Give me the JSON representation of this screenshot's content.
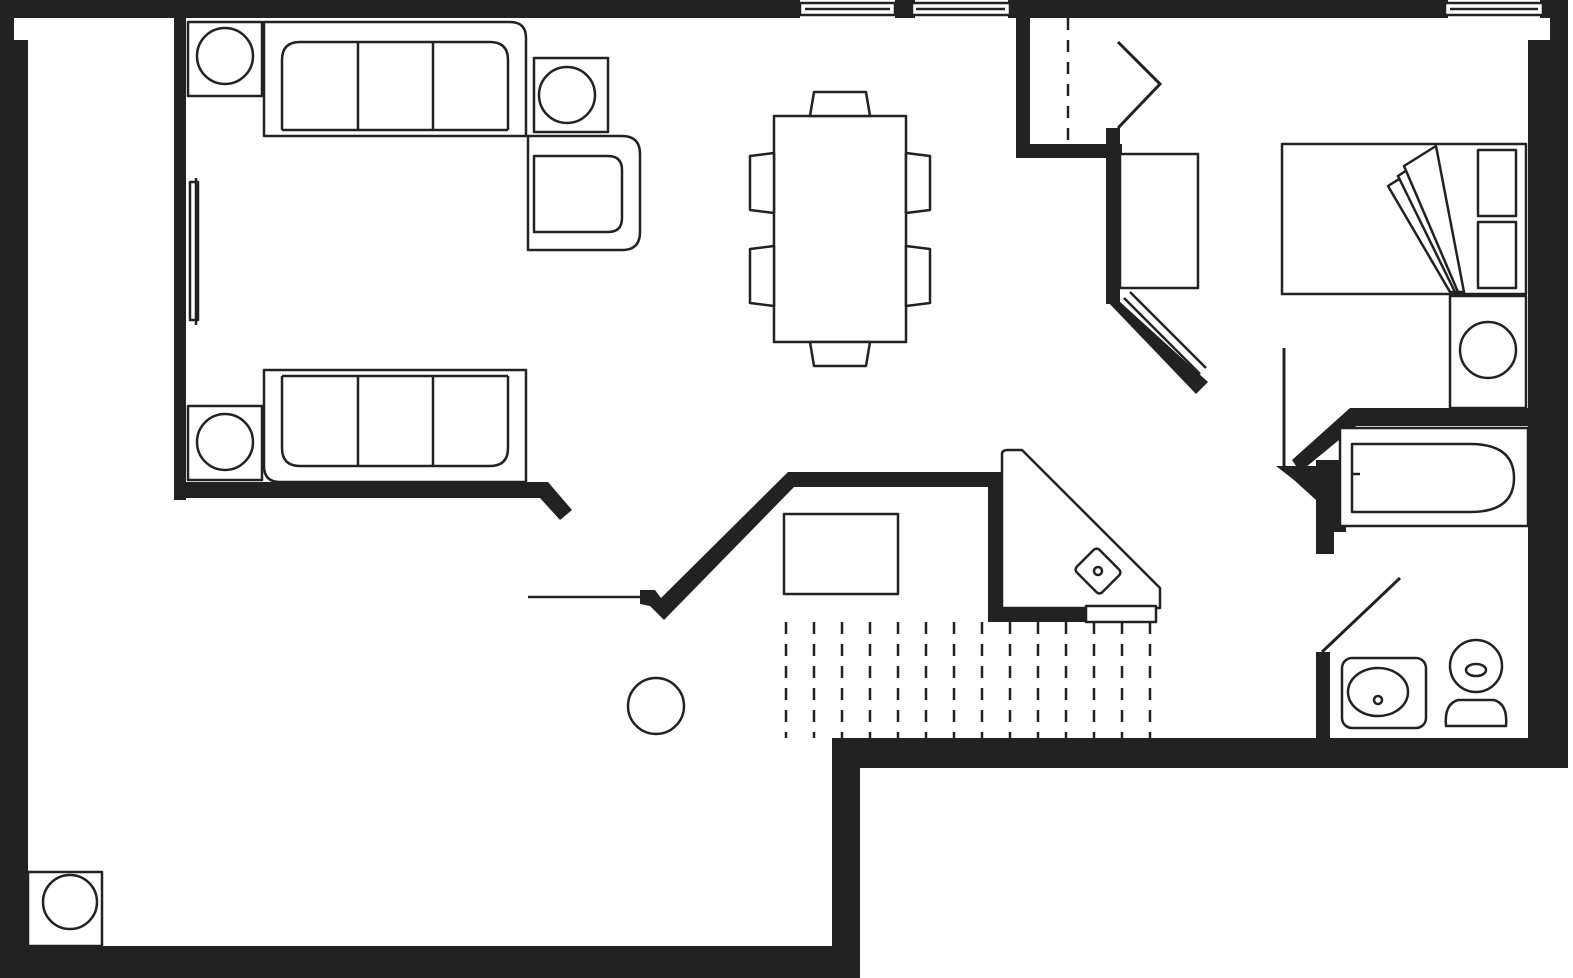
{
  "diagram": {
    "type": "floor-plan",
    "colors": {
      "wall": "#222222",
      "background": "#ffffff",
      "line": "#222222"
    },
    "rooms": [
      "living-room",
      "dining-area",
      "kitchen",
      "entry-hall",
      "bedroom",
      "bathroom",
      "closet",
      "stairs",
      "open-lower-area"
    ],
    "furniture": [
      "sofa",
      "sofa",
      "armchair",
      "end-table",
      "end-table",
      "end-table",
      "end-table",
      "dining-table",
      "dining-chair",
      "bed",
      "nightstand",
      "bathtub",
      "sink",
      "toilet",
      "kitchen-sink",
      "kitchen-island",
      "round-table",
      "end-table"
    ],
    "text_labels": []
  }
}
